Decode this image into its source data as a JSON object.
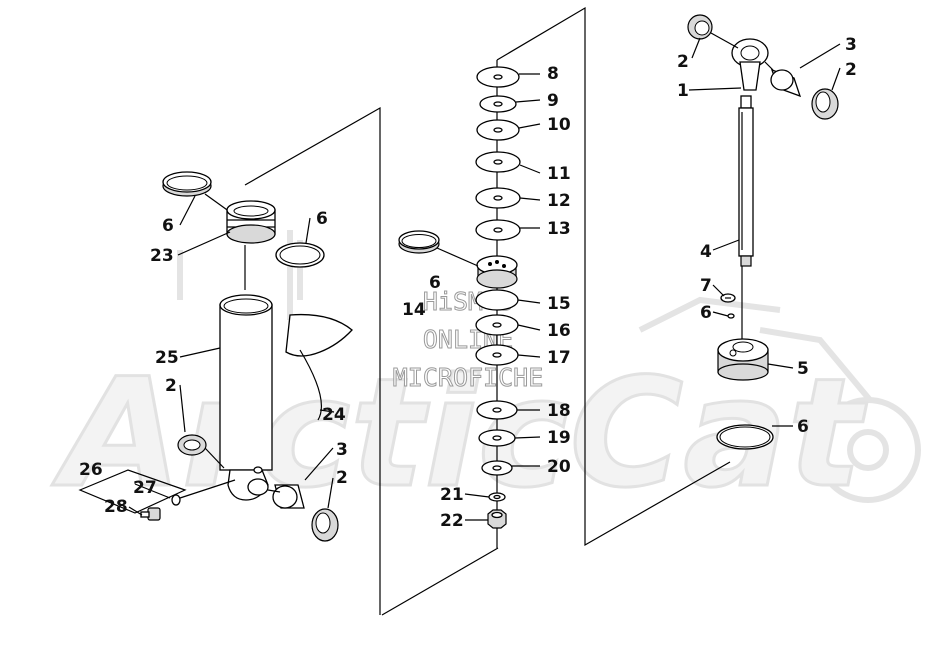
{
  "watermark": {
    "brand": "ArcticCat",
    "line1": "HiSM'S",
    "line2": "ONLINE",
    "line3": "MICROFICHE"
  },
  "callouts": [
    {
      "id": "c8",
      "text": "8"
    },
    {
      "id": "c9",
      "text": "9"
    },
    {
      "id": "c10",
      "text": "10"
    },
    {
      "id": "c11",
      "text": "11"
    },
    {
      "id": "c12",
      "text": "12"
    },
    {
      "id": "c13",
      "text": "13"
    },
    {
      "id": "c6a",
      "text": "6"
    },
    {
      "id": "c14",
      "text": "14"
    },
    {
      "id": "c15",
      "text": "15"
    },
    {
      "id": "c16",
      "text": "16"
    },
    {
      "id": "c17",
      "text": "17"
    },
    {
      "id": "c18",
      "text": "18"
    },
    {
      "id": "c19",
      "text": "19"
    },
    {
      "id": "c20",
      "text": "20"
    },
    {
      "id": "c21",
      "text": "21"
    },
    {
      "id": "c22",
      "text": "22"
    },
    {
      "id": "c2a",
      "text": "2"
    },
    {
      "id": "c3a",
      "text": "3"
    },
    {
      "id": "c2b",
      "text": "2"
    },
    {
      "id": "c1",
      "text": "1"
    },
    {
      "id": "c4",
      "text": "4"
    },
    {
      "id": "c7",
      "text": "7"
    },
    {
      "id": "c6b",
      "text": "6"
    },
    {
      "id": "c5",
      "text": "5"
    },
    {
      "id": "c6c",
      "text": "6"
    },
    {
      "id": "c6d",
      "text": "6"
    },
    {
      "id": "c23",
      "text": "23"
    },
    {
      "id": "c6e",
      "text": "6"
    },
    {
      "id": "c25",
      "text": "25"
    },
    {
      "id": "c2c",
      "text": "2"
    },
    {
      "id": "c24",
      "text": "24"
    },
    {
      "id": "c26",
      "text": "26"
    },
    {
      "id": "c27",
      "text": "27"
    },
    {
      "id": "c28",
      "text": "28"
    },
    {
      "id": "c3b",
      "text": "3"
    },
    {
      "id": "c2d",
      "text": "2"
    }
  ]
}
